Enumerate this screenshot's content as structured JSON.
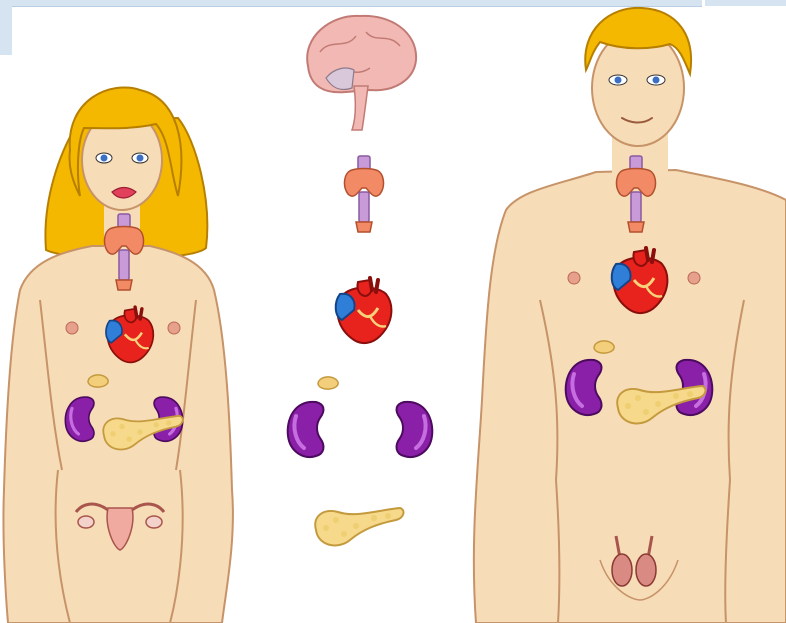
{
  "figure": {
    "subjects": [
      "female-body",
      "male-body"
    ],
    "organs_center_column": [
      "brain",
      "thyroid",
      "heart",
      "adrenal-gland",
      "kidney-left",
      "kidney-right",
      "pancreas"
    ],
    "colors": {
      "skin": "#f7dcb8",
      "skin_outline": "#c79368",
      "hair": "#f5b800",
      "brain": "#f2b9b4",
      "thyroid": "#f28a66",
      "trachea": "#c89ad8",
      "heart_red": "#e8221c",
      "heart_blue": "#2f7fd8",
      "kidney": "#8a1fa8",
      "pancreas": "#f6d98a",
      "adrenal": "#f3cf7c",
      "header_bar": "#d6e3f1"
    }
  }
}
